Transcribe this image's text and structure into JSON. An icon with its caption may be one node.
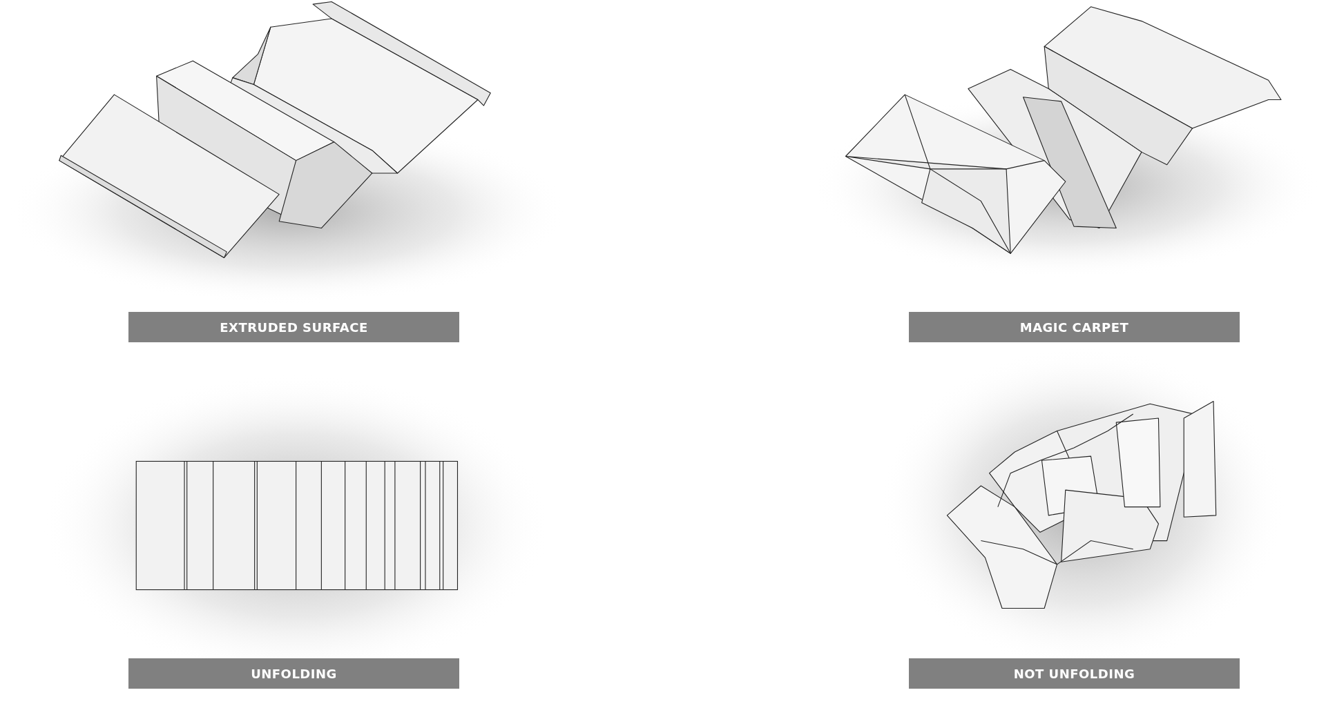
{
  "diagram": {
    "nodes": [
      {
        "text": [
          "EXTRUDED SURFACE"
        ]
      },
      {
        "text": [
          "MAGIC CARPET"
        ]
      },
      {
        "text": [
          "UNFOLDING"
        ]
      },
      {
        "text": [
          "NOT UNFOLDING"
        ]
      }
    ]
  }
}
